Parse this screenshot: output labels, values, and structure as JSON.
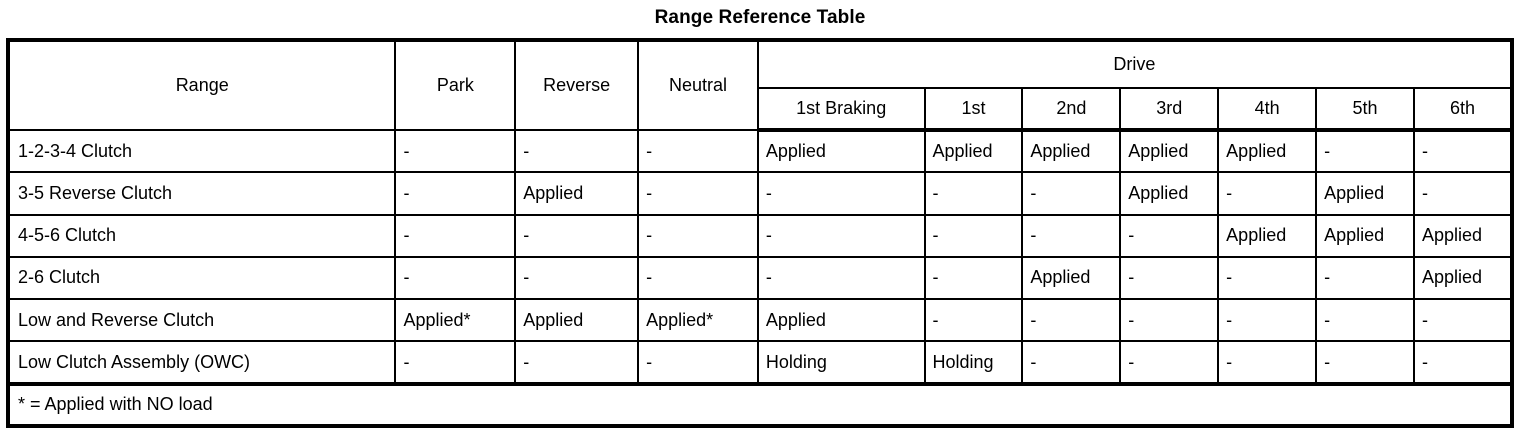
{
  "title": "Range Reference Table",
  "table": {
    "row_header_label": "Range",
    "static_columns": [
      "Park",
      "Reverse",
      "Neutral"
    ],
    "group_header": "Drive",
    "drive_columns": [
      "1st Braking",
      "1st",
      "2nd",
      "3rd",
      "4th",
      "5th",
      "6th"
    ],
    "rows": [
      {
        "label": "1-2-3-4 Clutch",
        "park": "-",
        "reverse": "-",
        "neutral": "-",
        "drive": [
          "Applied",
          "Applied",
          "Applied",
          "Applied",
          "Applied",
          "-",
          "-"
        ]
      },
      {
        "label": "3-5 Reverse Clutch",
        "park": "-",
        "reverse": "Applied",
        "neutral": "-",
        "drive": [
          "-",
          "-",
          "-",
          "Applied",
          "-",
          "Applied",
          "-"
        ]
      },
      {
        "label": "4-5-6 Clutch",
        "park": "-",
        "reverse": "-",
        "neutral": "-",
        "drive": [
          "-",
          "-",
          "-",
          "-",
          "Applied",
          "Applied",
          "Applied"
        ]
      },
      {
        "label": "2-6 Clutch",
        "park": "-",
        "reverse": "-",
        "neutral": "-",
        "drive": [
          "-",
          "-",
          "Applied",
          "-",
          "-",
          "-",
          "Applied"
        ]
      },
      {
        "label": "Low and Reverse Clutch",
        "park": "Applied*",
        "reverse": "Applied",
        "neutral": "Applied*",
        "drive": [
          "Applied",
          "-",
          "-",
          "-",
          "-",
          "-",
          "-"
        ]
      },
      {
        "label": "Low Clutch Assembly (OWC)",
        "park": "-",
        "reverse": "-",
        "neutral": "-",
        "drive": [
          "Holding",
          "Holding",
          "-",
          "-",
          "-",
          "-",
          "-"
        ]
      }
    ],
    "footnote": "* = Applied with NO load"
  },
  "colors": {
    "border": "#000000",
    "background": "#ffffff",
    "text": "#000000"
  }
}
